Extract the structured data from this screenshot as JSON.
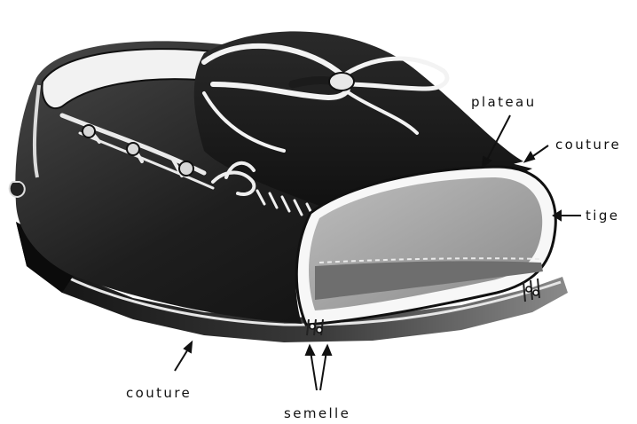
{
  "labels": {
    "plateau": "plateau",
    "couture_top": "couture",
    "tige": "tige",
    "couture_bottom": "couture",
    "semelle": "semelle"
  },
  "colors": {
    "ink": "#111111",
    "leather_dark": "#1a1a1a",
    "leather_mid": "#3a3a3a",
    "highlight": "#e8e8e8",
    "inner_grey": "#9a9a9a",
    "sole_grey": "#7d7d7d"
  }
}
